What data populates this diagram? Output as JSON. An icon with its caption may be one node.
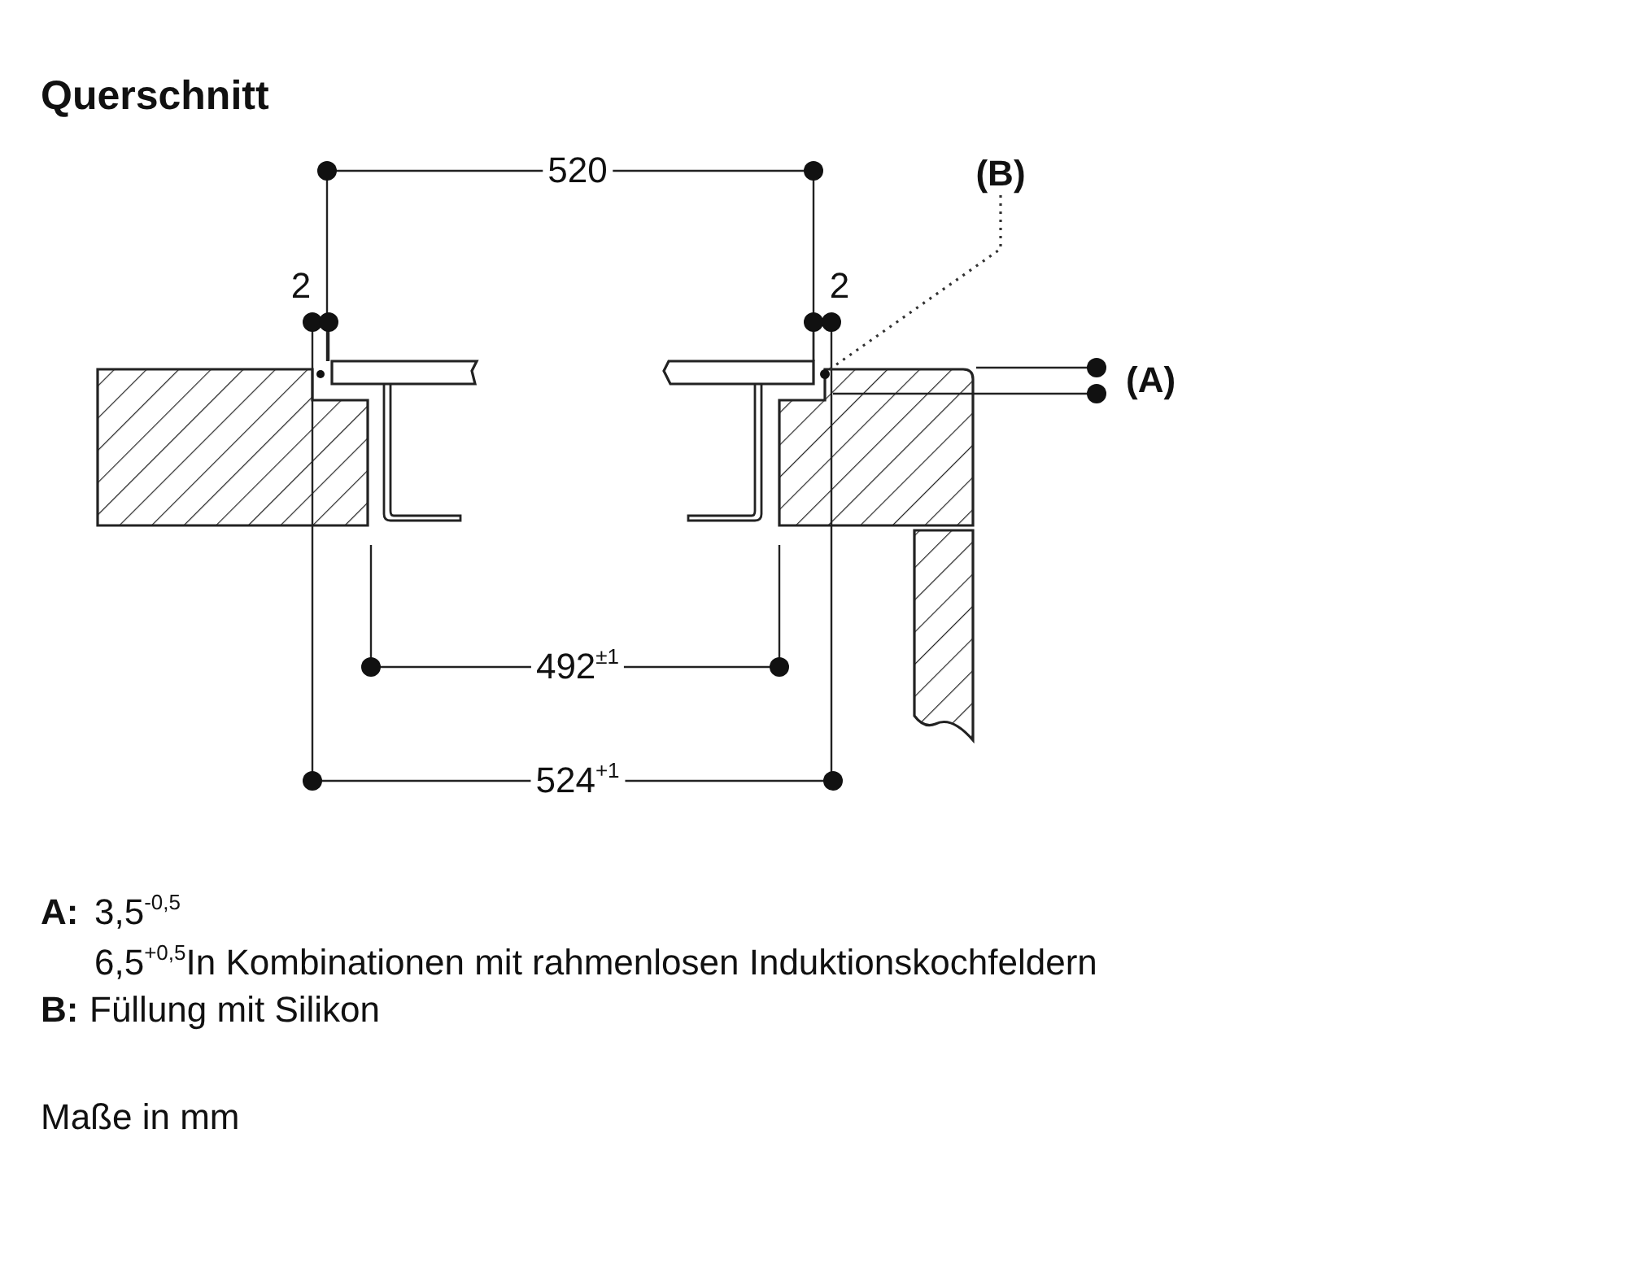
{
  "diagram": {
    "title": "Querschnitt",
    "nodes": [
      {
        "text": [
          "(B)"
        ]
      },
      {
        "text": [],
        "shape": "circle"
      }
    ],
    "edges": [
      {
        "from": 0,
        "to": 1,
        "arrow": "none",
        "style": "dashed"
      }
    ],
    "labels": [
      "520",
      "2",
      "2",
      "(A)",
      "492$^{±1}$",
      "524$^{+1}$",
      "A:",
      "3,5$^{-0,5}$",
      "6,5$^{+0,5}$In Kombinationen mit rahmenlosen Induktionskochfeldern",
      "B:",
      "Füllung mit Silikon",
      "Maße in mm"
    ]
  }
}
